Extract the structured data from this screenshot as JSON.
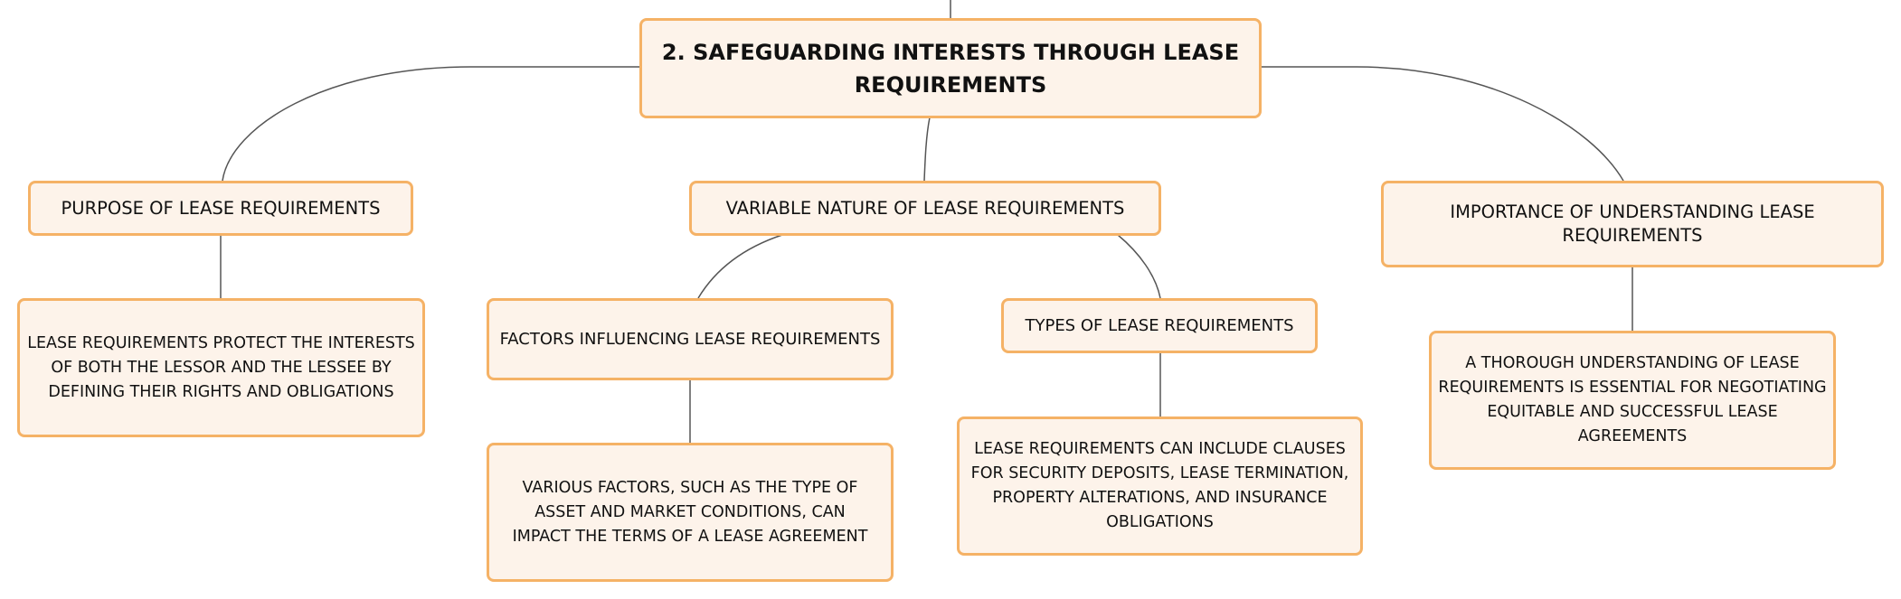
{
  "diagram": {
    "root": {
      "label": "2. SAFEGUARDING INTERESTS THROUGH LEASE REQUIREMENTS"
    },
    "branches": {
      "purpose": {
        "label": "PURPOSE OF LEASE REQUIREMENTS",
        "detail": "LEASE REQUIREMENTS PROTECT THE INTERESTS OF BOTH THE LESSOR AND THE LESSEE BY DEFINING THEIR RIGHTS AND OBLIGATIONS"
      },
      "variable": {
        "label": "VARIABLE NATURE OF LEASE REQUIREMENTS",
        "factors": {
          "label": "FACTORS INFLUENCING LEASE REQUIREMENTS",
          "detail": "VARIOUS FACTORS, SUCH AS THE TYPE OF ASSET AND MARKET CONDITIONS, CAN IMPACT THE TERMS OF A LEASE AGREEMENT"
        },
        "types": {
          "label": "TYPES OF LEASE REQUIREMENTS",
          "detail": "LEASE REQUIREMENTS CAN INCLUDE CLAUSES FOR SECURITY DEPOSITS, LEASE TERMINATION, PROPERTY ALTERATIONS, AND INSURANCE OBLIGATIONS"
        }
      },
      "importance": {
        "label": "IMPORTANCE OF UNDERSTANDING LEASE REQUIREMENTS",
        "detail": "A THOROUGH UNDERSTANDING OF LEASE REQUIREMENTS IS ESSENTIAL FOR NEGOTIATING EQUITABLE AND SUCCESSFUL LEASE AGREEMENTS"
      }
    }
  },
  "colors": {
    "node_fill": "#fdf3ea",
    "node_border": "#f5b266",
    "connector": "#555555",
    "text": "#111111"
  }
}
